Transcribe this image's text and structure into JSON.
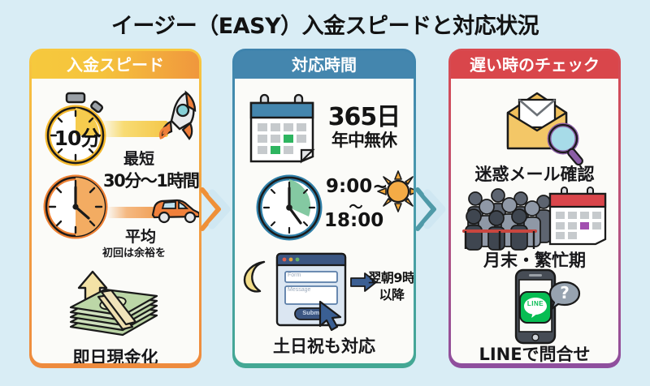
{
  "page": {
    "title": "イージー（EASY）入金スピードと対応状況",
    "background_color": "#d9edf5"
  },
  "colors": {
    "panel1_accent": "#f0973d",
    "panel2_accent": "#4486ae",
    "panel3_accent": "#d9464b",
    "panel3_accent_end": "#8e4f9e",
    "text": "#17171a"
  },
  "panels": [
    {
      "id": "payment-speed",
      "header": "入金スピード",
      "items": [
        {
          "value": "10分",
          "caption": "最短",
          "note": "",
          "icons": [
            "stopwatch-icon",
            "rocket-icon"
          ]
        },
        {
          "value": "30分〜1時間",
          "caption": "平均",
          "note": "初回は余裕を",
          "icons": [
            "clock-icon",
            "car-icon"
          ]
        },
        {
          "value": "",
          "caption": "即日現金化",
          "note": "",
          "icons": [
            "cash-stack-icon",
            "up-arrow-icon"
          ]
        }
      ]
    },
    {
      "id": "support-hours",
      "header": "対応時間",
      "items": [
        {
          "value": "365日",
          "caption": "年中無休",
          "note": "",
          "icons": [
            "calendar-icon"
          ]
        },
        {
          "value_line1": "9:00~",
          "value_tilde": "〜",
          "value_line2": "18:00",
          "caption": "",
          "icons": [
            "wall-clock-icon",
            "sun-icon"
          ]
        },
        {
          "form_title": "Form",
          "form_message": "Message",
          "form_submit": "Submit",
          "result_line1": "翌朝9時",
          "result_line2": "以降",
          "caption": "土日祝も対応",
          "icons": [
            "moon-icon",
            "browser-form-icon",
            "cursor-icon",
            "right-arrow-icon"
          ]
        }
      ]
    },
    {
      "id": "slow-check",
      "header": "遅い時のチェック",
      "items": [
        {
          "caption": "迷惑メール確認",
          "icons": [
            "mail-folder-icon",
            "magnifier-icon"
          ]
        },
        {
          "caption": "月末・繁忙期",
          "icons": [
            "crowd-icon",
            "calendar-red-icon"
          ]
        },
        {
          "caption": "LINEで問合せ",
          "badge": "LINE",
          "question": "?",
          "icons": [
            "smartphone-icon",
            "line-app-icon",
            "question-bubble-icon"
          ]
        }
      ]
    }
  ]
}
